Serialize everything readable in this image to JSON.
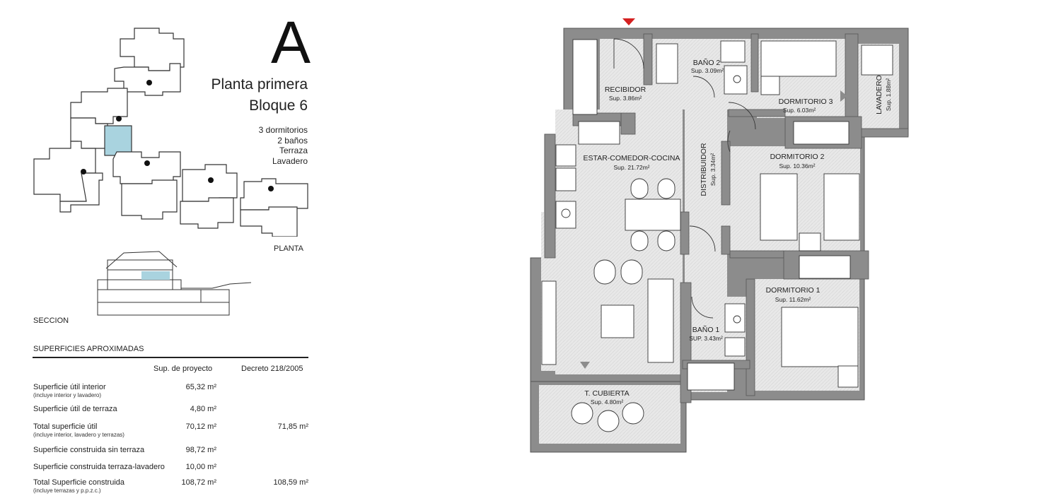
{
  "header": {
    "letter": "A",
    "subtitle_line1": "Planta primera",
    "subtitle_line2": "Bloque 6",
    "features": [
      "3 dormitorios",
      "2 baños",
      "Terraza",
      "Lavadero"
    ]
  },
  "key_plan": {
    "label": "PLANTA"
  },
  "section": {
    "label": "SECCION"
  },
  "surfaces": {
    "title": "SUPERFICIES APROXIMADAS",
    "col_project": "Sup. de proyecto",
    "col_decree": "Decreto 218/2005",
    "rows": [
      {
        "label": "Superficie útil interior",
        "note": "(incluye interior y lavadero)",
        "project": "65,32 m²",
        "decree": ""
      },
      {
        "label": "Superficie útil de terraza",
        "note": "",
        "project": "4,80 m²",
        "decree": ""
      },
      {
        "label": "Total superficie útil",
        "note": "(incluye interior, lavadero y terrazas)",
        "project": "70,12 m²",
        "decree": "71,85 m²"
      },
      {
        "label": "Superficie construida sin terraza",
        "note": "",
        "project": "98,72 m²",
        "decree": ""
      },
      {
        "label": "Superficie construida terraza-lavadero",
        "note": "",
        "project": "10,00 m²",
        "decree": ""
      },
      {
        "label": "Total Superficie construida",
        "note": "(incluye terrazas y p.p.z.c.)",
        "project": "108,72 m²",
        "decree": "108,59 m²"
      }
    ]
  },
  "floor_plan": {
    "colors": {
      "wall": "#8c8c8c",
      "floor": "#e6e6e6",
      "furniture": "#ffffff",
      "entrance_marker": "#d42020",
      "key_highlight": "#a9d3df"
    },
    "rooms": [
      {
        "name": "RECIBIDOR",
        "area": "Sup. 3.86m²"
      },
      {
        "name": "BAÑO 2",
        "area": "Sup. 3.09m²"
      },
      {
        "name": "DORMITORIO 3",
        "area": "Sup. 6.03m²"
      },
      {
        "name": "LAVADERO",
        "area": "Sup. 1.88m²"
      },
      {
        "name": "ESTAR-COMEDOR-COCINA",
        "area": "Sup. 21.72m²"
      },
      {
        "name": "DISTRIBUIDOR",
        "area": "Sup. 3.34m²"
      },
      {
        "name": "DORMITORIO 2",
        "area": "Sup. 10.36m²"
      },
      {
        "name": "DORMITORIO 1",
        "area": "Sup. 11.62m²"
      },
      {
        "name": "BAÑO 1",
        "area": "SUP. 3.43m²"
      },
      {
        "name": "T. CUBIERTA",
        "area": "Sup. 4.80m²"
      }
    ]
  }
}
